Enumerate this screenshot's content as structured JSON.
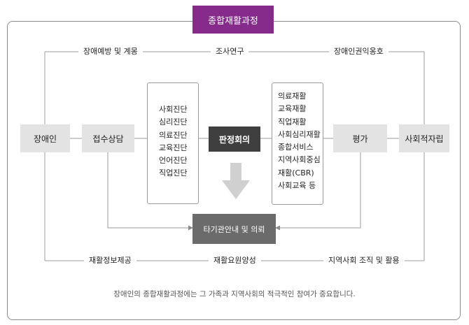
{
  "title": "종합재활과정",
  "loop_labels": {
    "top_left": "장애예방 및 계몽",
    "top_center": "조사연구",
    "top_right": "장애인권익옹호",
    "bottom_left": "재활정보제공",
    "bottom_center": "재활요원양성",
    "bottom_right": "지역사회 조직 및 활용"
  },
  "nodes": {
    "disabled_person": "장애인",
    "intake_counseling": "접수상담",
    "decision_meeting": "판정회의",
    "evaluation": "평가",
    "social_independence": "사회적자립",
    "referral": "타기관안내 및 의뢰"
  },
  "diagnosis_list": [
    "사회진단",
    "심리진단",
    "의료진단",
    "교육진단",
    "언어진단",
    "직업진단"
  ],
  "rehab_list": [
    "의료재활",
    "교육재활",
    "직업재활",
    "사회심리재활",
    "종합서비스",
    "지역사회중심",
    "재활(CBR)",
    "사회교육 등"
  ],
  "footnote": "장애인의 종합재활과정에는 그 가족과 지역사회의 적극적인 참여가 중요합니다.",
  "colors": {
    "title_bg": "#862a8c",
    "node_gray": "#e3e3e3",
    "node_dark": "#3f3f3f",
    "node_mid": "#6b6b6b",
    "line": "#9b9b9b"
  }
}
